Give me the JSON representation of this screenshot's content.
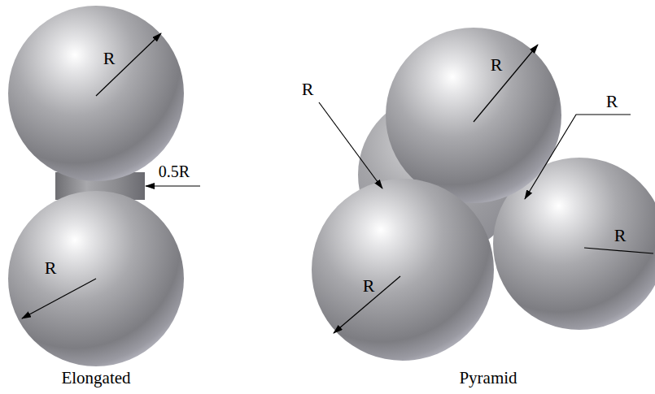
{
  "diagram": {
    "labels": [
      "R",
      "0.5R",
      "R",
      "Elongated",
      "R",
      "R",
      "R",
      "R",
      "R",
      "Pyramid"
    ]
  }
}
